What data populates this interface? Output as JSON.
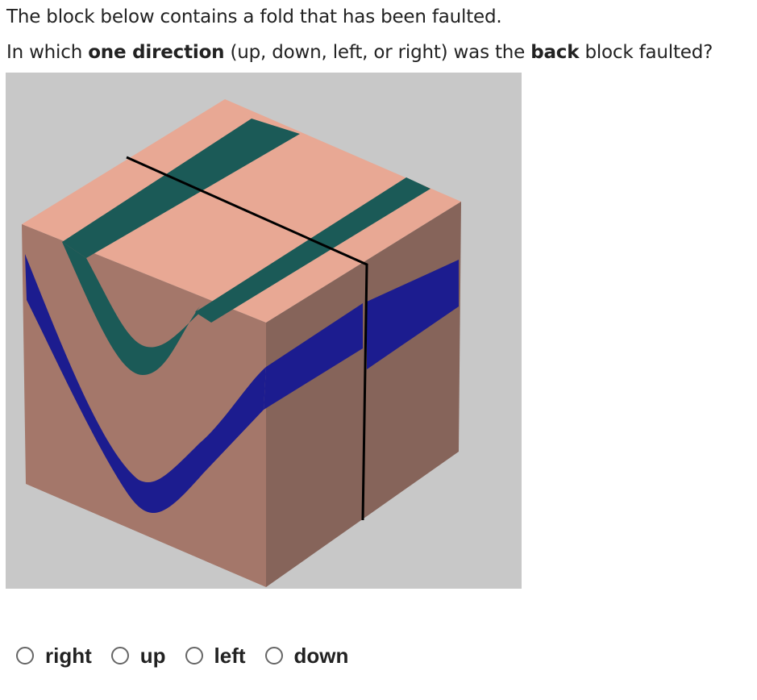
{
  "question": {
    "line1": "The block below contains a fold that has been faulted.",
    "line2_parts": [
      "In which ",
      "one direction",
      " (up, down, left, or right) was the ",
      "back",
      " block faulted?"
    ]
  },
  "figure": {
    "colors": {
      "background": "#c8c8c8",
      "top_face": "#e8a894",
      "front_face": "#a4776a",
      "side_face": "#86645a",
      "green_layer": "#1b5a57",
      "blue_layer": "#1c1c8f",
      "fault_line": "#000000"
    }
  },
  "options": [
    {
      "label": "right",
      "selected": false
    },
    {
      "label": "up",
      "selected": false
    },
    {
      "label": "left",
      "selected": false
    },
    {
      "label": "down",
      "selected": false
    }
  ]
}
